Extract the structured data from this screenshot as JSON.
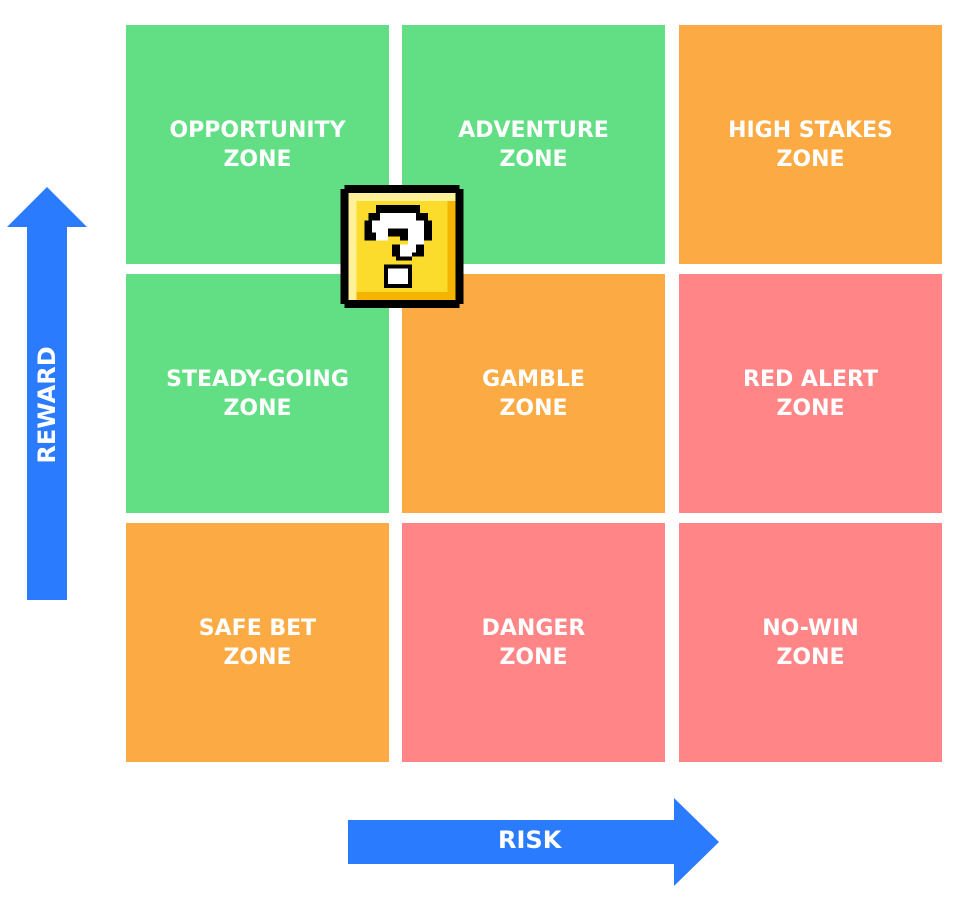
{
  "axes": {
    "y_label": "REWARD",
    "x_label": "RISK"
  },
  "zones": [
    {
      "label": "OPPORTUNITY\nZONE",
      "level": "green"
    },
    {
      "label": "ADVENTURE\nZONE",
      "level": "green"
    },
    {
      "label": "HIGH STAKES\nZONE",
      "level": "orange"
    },
    {
      "label": "STEADY-GOING\nZONE",
      "level": "green"
    },
    {
      "label": "GAMBLE\nZONE",
      "level": "orange"
    },
    {
      "label": "RED ALERT\nZONE",
      "level": "red"
    },
    {
      "label": "SAFE BET\nZONE",
      "level": "orange"
    },
    {
      "label": "DANGER\nZONE",
      "level": "red"
    },
    {
      "label": "NO-WIN\nZONE",
      "level": "red"
    }
  ],
  "colors": {
    "green": "#62df85",
    "orange": "#fcaa44",
    "red": "#ff8587",
    "arrow": "#2b7bff",
    "block": "#fbdc2c"
  }
}
